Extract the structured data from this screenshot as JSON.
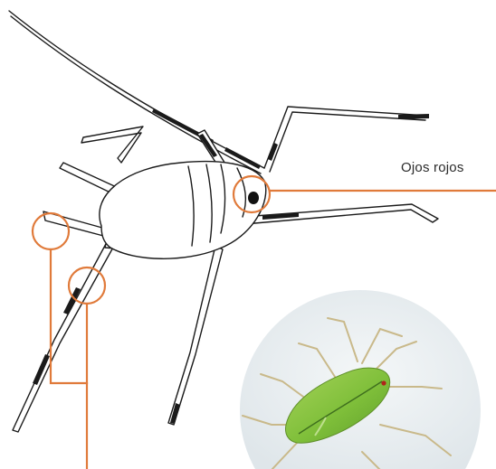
{
  "labels": {
    "eyes": "Ojos rojos"
  },
  "colors": {
    "accent": "#e07a3a",
    "outline": "#1a1a1a",
    "aphid_green": "#7fbf3a",
    "photo_background": "#e9eef1"
  },
  "icons": {
    "main_drawing": "aphid-line-drawing",
    "photo": "green-aphid-photo"
  }
}
